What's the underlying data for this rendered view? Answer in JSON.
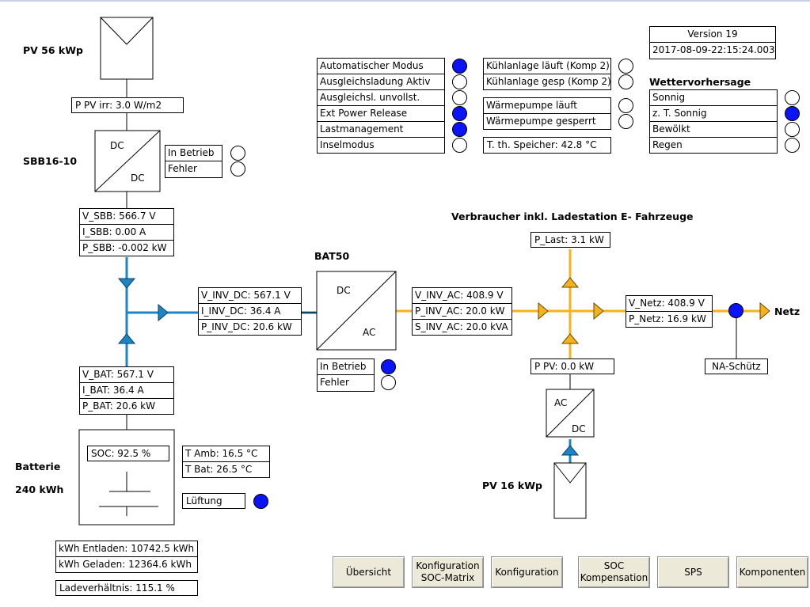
{
  "header": {
    "version": "Version 19",
    "timestamp": "2017-08-09-22:15:24.003"
  },
  "pv_main": {
    "title": "PV 56 kWp",
    "irr": "P PV irr: 3.0 W/m2"
  },
  "sbb": {
    "title": "SBB16-10",
    "converter_top": "DC",
    "converter_bottom": "DC",
    "status": [
      {
        "label": "In Betrieb",
        "on": false
      },
      {
        "label": "Fehler",
        "on": false
      }
    ],
    "values": [
      "V_SBB: 566.7 V",
      "I_SBB: 0.00 A",
      "P_SBB: -0.002 kW"
    ]
  },
  "inverter_dc": {
    "values": [
      "V_INV_DC: 567.1 V",
      "I_INV_DC: 36.4 A",
      "P_INV_DC: 20.6 kW"
    ]
  },
  "bat50": {
    "title": "BAT50",
    "converter_top": "DC",
    "converter_bottom": "AC",
    "status": [
      {
        "label": "In Betrieb",
        "on": true
      },
      {
        "label": "Fehler",
        "on": false
      }
    ]
  },
  "inverter_ac": {
    "values": [
      "V_INV_AC: 408.9 V",
      "P_INV_AC: 20.0 kW",
      "S_INV_AC: 20.0 kVA"
    ]
  },
  "battery": {
    "title": "Batterie",
    "capacity": "240 kWh",
    "values": [
      "V_BAT: 567.1 V",
      "I_BAT: 36.4 A",
      "P_BAT: 20.6 kW"
    ],
    "soc": "SOC: 92.5 %",
    "temps": [
      "T Amb: 16.5 °C",
      "T Bat: 26.5 °C"
    ],
    "ventilation": {
      "label": "Lüftung",
      "on": true
    },
    "kwh": [
      "kWh Entladen: 10742.5 kWh",
      "kWh Geladen: 12364.6 kWh"
    ],
    "ratio": "Ladeverhältnis: 115.1 %"
  },
  "consumers": {
    "title": "Verbraucher inkl. Ladestation E- Fahrzeuge",
    "p_last": "P_Last: 3.1 kW",
    "p_pv": "P PV: 0.0 kW"
  },
  "grid": {
    "title": "Netz",
    "values": [
      "V_Netz: 408.9 V",
      "P_Netz: 16.9 kW"
    ],
    "na_schuetz": "NA-Schütz",
    "na_on": true
  },
  "pv_small": {
    "title": "PV 16 kWp",
    "converter_top": "AC",
    "converter_bottom": "DC"
  },
  "modes": [
    {
      "label": "Automatischer Modus",
      "on": true
    },
    {
      "label": "Ausgleichsladung Aktiv",
      "on": false
    },
    {
      "label": "Ausgleichsl. unvollst.",
      "on": false
    },
    {
      "label": "Ext Power Release",
      "on": true
    },
    {
      "label": "Lastmanagement",
      "on": true
    },
    {
      "label": "Inselmodus",
      "on": false
    }
  ],
  "cooling": [
    {
      "label": "Kühlanlage läuft (Komp 2)",
      "on": false
    },
    {
      "label": "Kühlanlage gesp (Komp 2)",
      "on": false
    }
  ],
  "heatpump": [
    {
      "label": "Wärmepumpe läuft",
      "on": false
    },
    {
      "label": "Wärmepumpe gesperrt",
      "on": false
    }
  ],
  "storage_temp": "T. th. Speicher: 42.8 °C",
  "weather": {
    "title": "Wettervorhersage",
    "items": [
      {
        "label": "Sonnig",
        "on": false
      },
      {
        "label": "z. T. Sonnig",
        "on": true
      },
      {
        "label": "Bewölkt",
        "on": false
      },
      {
        "label": "Regen",
        "on": false
      }
    ]
  },
  "buttons": [
    {
      "label": "Übersicht"
    },
    {
      "label": "Konfiguration\nSOC-Matrix"
    },
    {
      "label": "Konfiguration"
    },
    {
      "label": "SOC\nKompensation"
    },
    {
      "label": "SPS"
    },
    {
      "label": "Komponenten"
    }
  ],
  "colors": {
    "dc_line": "#1a86c6",
    "ac_line": "#f5b21c",
    "led_on": "#0a14f5"
  }
}
